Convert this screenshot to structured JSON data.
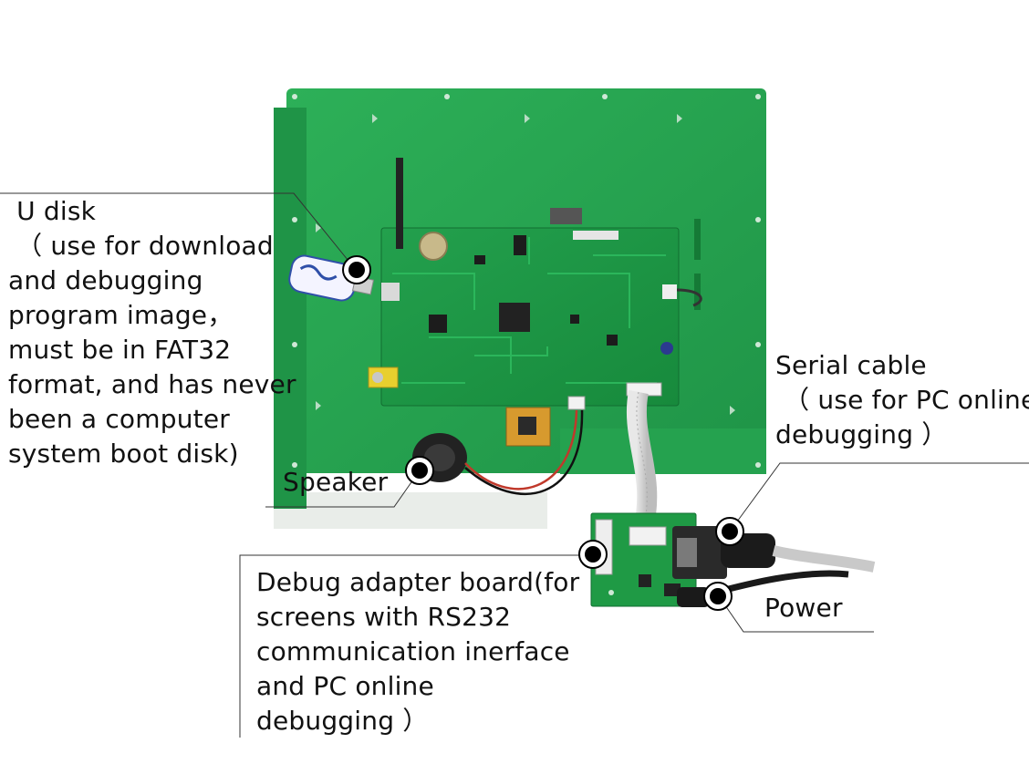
{
  "image": {
    "description_icons": [
      "u-disk",
      "speaker",
      "serial-cable",
      "power-cable",
      "debug-adapter-board",
      "pcb-board"
    ],
    "colors": {
      "pcb_green": "#1e9a47",
      "pcb_green_dark": "#157a36",
      "backplate_green": "#27a64f",
      "line": "#333333",
      "marker_fill": "#000000",
      "marker_ring": "#ffffff",
      "text": "#111111"
    }
  },
  "callouts": {
    "u_disk": " U disk\n （ use for download\nand debugging\nprogram image，\nmust be in FAT32\nformat, and has never\nbeen a computer\nsystem boot disk)",
    "speaker": "Speaker",
    "serial_cable": "Serial cable\n （ use for PC online\ndebugging ）",
    "debug_adapter": "Debug adapter board(for\nscreens with RS232\ncommunication inerface\nand PC online\ndebugging ）",
    "power": "Power"
  }
}
